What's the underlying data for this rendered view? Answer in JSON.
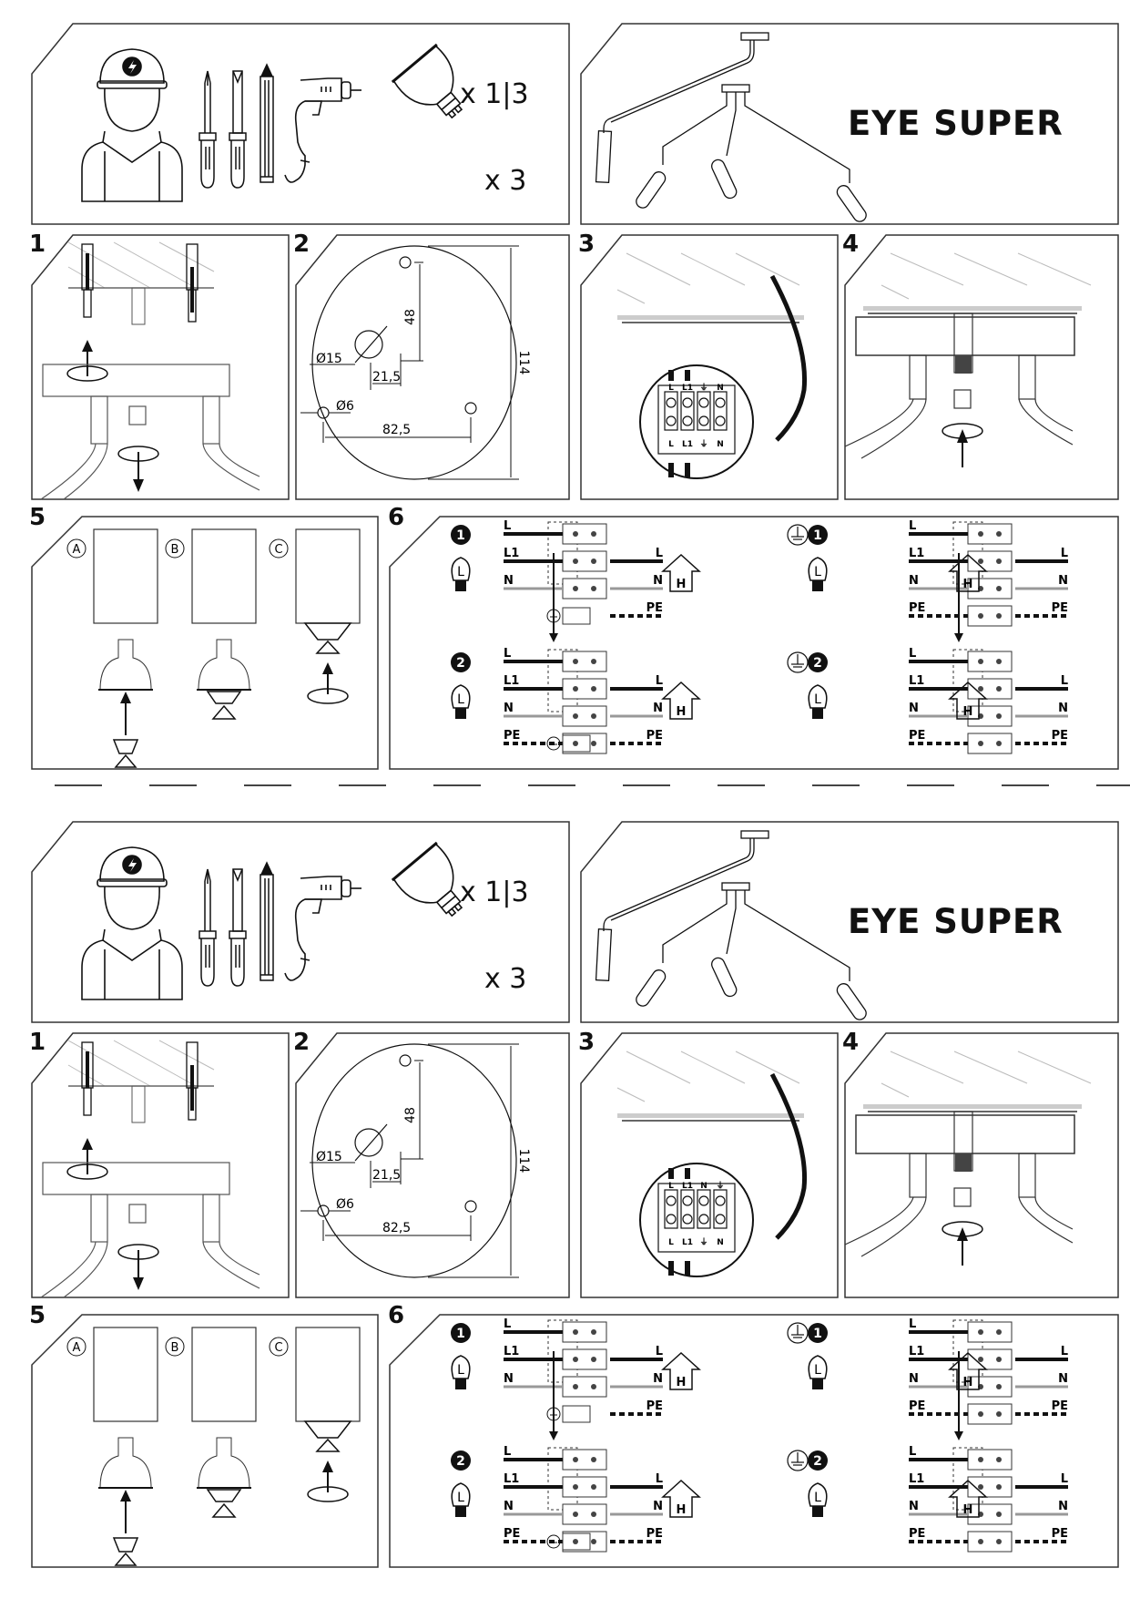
{
  "document": {
    "type": "installation-instructions",
    "copies": 2,
    "product_name": "EYE SUPER"
  },
  "tools_panel": {
    "items": [
      {
        "icon": "electrician-icon",
        "label": ""
      },
      {
        "icon": "phillips-screwdriver-icon",
        "label": ""
      },
      {
        "icon": "flat-screwdriver-icon",
        "label": ""
      },
      {
        "icon": "pencil-icon",
        "label": ""
      },
      {
        "icon": "drill-icon",
        "label": ""
      },
      {
        "icon": "gu10-bulb-icon",
        "label": ""
      },
      {
        "icon": "wall-plug-screw-icon",
        "label": ""
      }
    ],
    "bulb_qty": "x 1|3",
    "plug_qty": "x 3"
  },
  "product_panel": {
    "title": "EYE SUPER",
    "variants": [
      "1-light",
      "3-light"
    ]
  },
  "steps": {
    "s1": {
      "number": "1"
    },
    "s2": {
      "number": "2",
      "dims": {
        "height": "114",
        "vertical_offset": "48",
        "horizontal_offset": "21,5",
        "center_hole": "Ø15",
        "mount_hole": "Ø6",
        "hole_spacing": "82,5"
      }
    },
    "s3": {
      "number": "3",
      "top_labels_a": [
        "L",
        "L1",
        "⏚",
        "N"
      ],
      "top_labels_b": [
        "L",
        "L1",
        "N",
        "⏚"
      ],
      "bottom_labels": [
        "L",
        "L1",
        "⏚",
        "N"
      ]
    },
    "s4": {
      "number": "4"
    },
    "s5": {
      "number": "5",
      "options": [
        "A",
        "B",
        "C"
      ]
    },
    "s6": {
      "number": "6",
      "variants": [
        {
          "id": "1",
          "earth": false,
          "left": [
            "L",
            "L1",
            "N"
          ],
          "right": [
            "L",
            "N",
            "PE"
          ]
        },
        {
          "id": "2",
          "earth": false,
          "left": [
            "L",
            "L1",
            "N",
            "PE"
          ],
          "right": [
            "L",
            "N",
            "PE"
          ]
        },
        {
          "id": "1",
          "earth": true,
          "left": [
            "L",
            "L1",
            "N",
            "PE"
          ],
          "right": [
            "L",
            "N",
            "PE"
          ]
        },
        {
          "id": "2",
          "earth": true,
          "left": [
            "L",
            "L1",
            "N",
            "PE"
          ],
          "right": [
            "L",
            "N",
            "PE"
          ]
        }
      ],
      "lamp_letter": "L",
      "house_letter": "H"
    }
  }
}
